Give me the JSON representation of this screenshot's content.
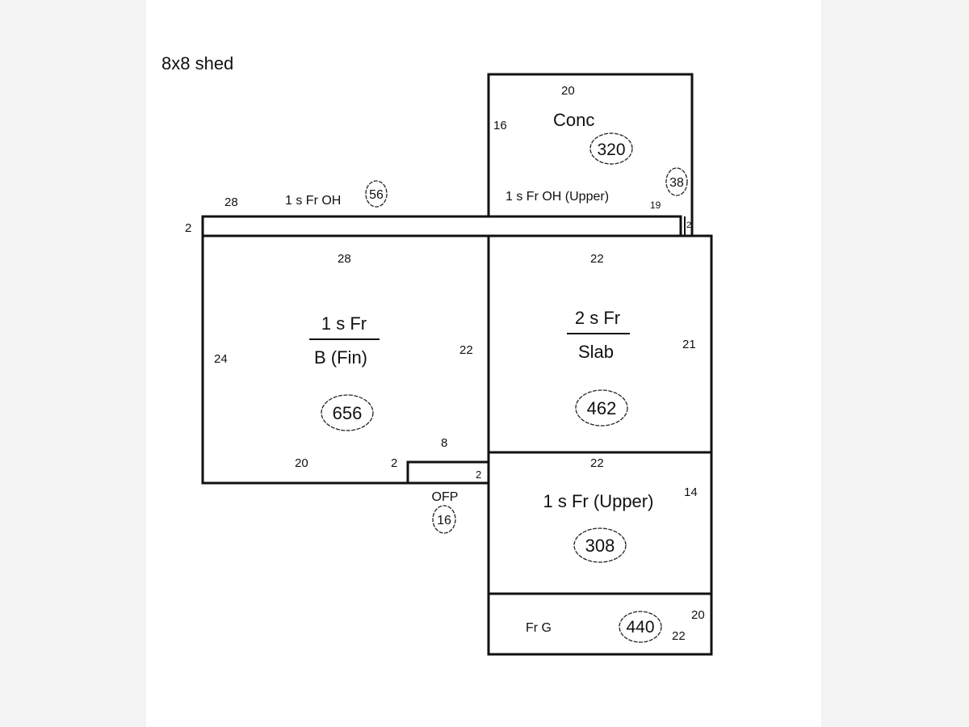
{
  "title": "8x8 shed",
  "areas": {
    "conc": {
      "label": "Conc",
      "area": "320",
      "dims": [
        "20",
        "16"
      ]
    },
    "oh_upper": {
      "label": "1 s Fr OH  (Upper)",
      "area": "38",
      "dims": [
        "19",
        "2"
      ]
    },
    "oh": {
      "label": "1 s Fr OH",
      "area": "56",
      "dims": [
        "28",
        "2"
      ]
    },
    "main": {
      "label_top": "1 s Fr",
      "label_bottom": "B (Fin)",
      "area": "656",
      "dims": [
        "28",
        "24",
        "22",
        "20",
        "2",
        "8"
      ]
    },
    "two_story": {
      "label_top": "2 s Fr",
      "label_bottom": "Slab",
      "area": "462",
      "dims": [
        "22",
        "21"
      ]
    },
    "ofp": {
      "label": "OFP",
      "area": "16",
      "dims": [
        "2"
      ]
    },
    "upper": {
      "label": "1 s Fr  (Upper)",
      "area": "308",
      "dims": [
        "22",
        "14"
      ]
    },
    "garage": {
      "label": "Fr G",
      "area": "440",
      "dims": [
        "20",
        "22"
      ]
    }
  }
}
